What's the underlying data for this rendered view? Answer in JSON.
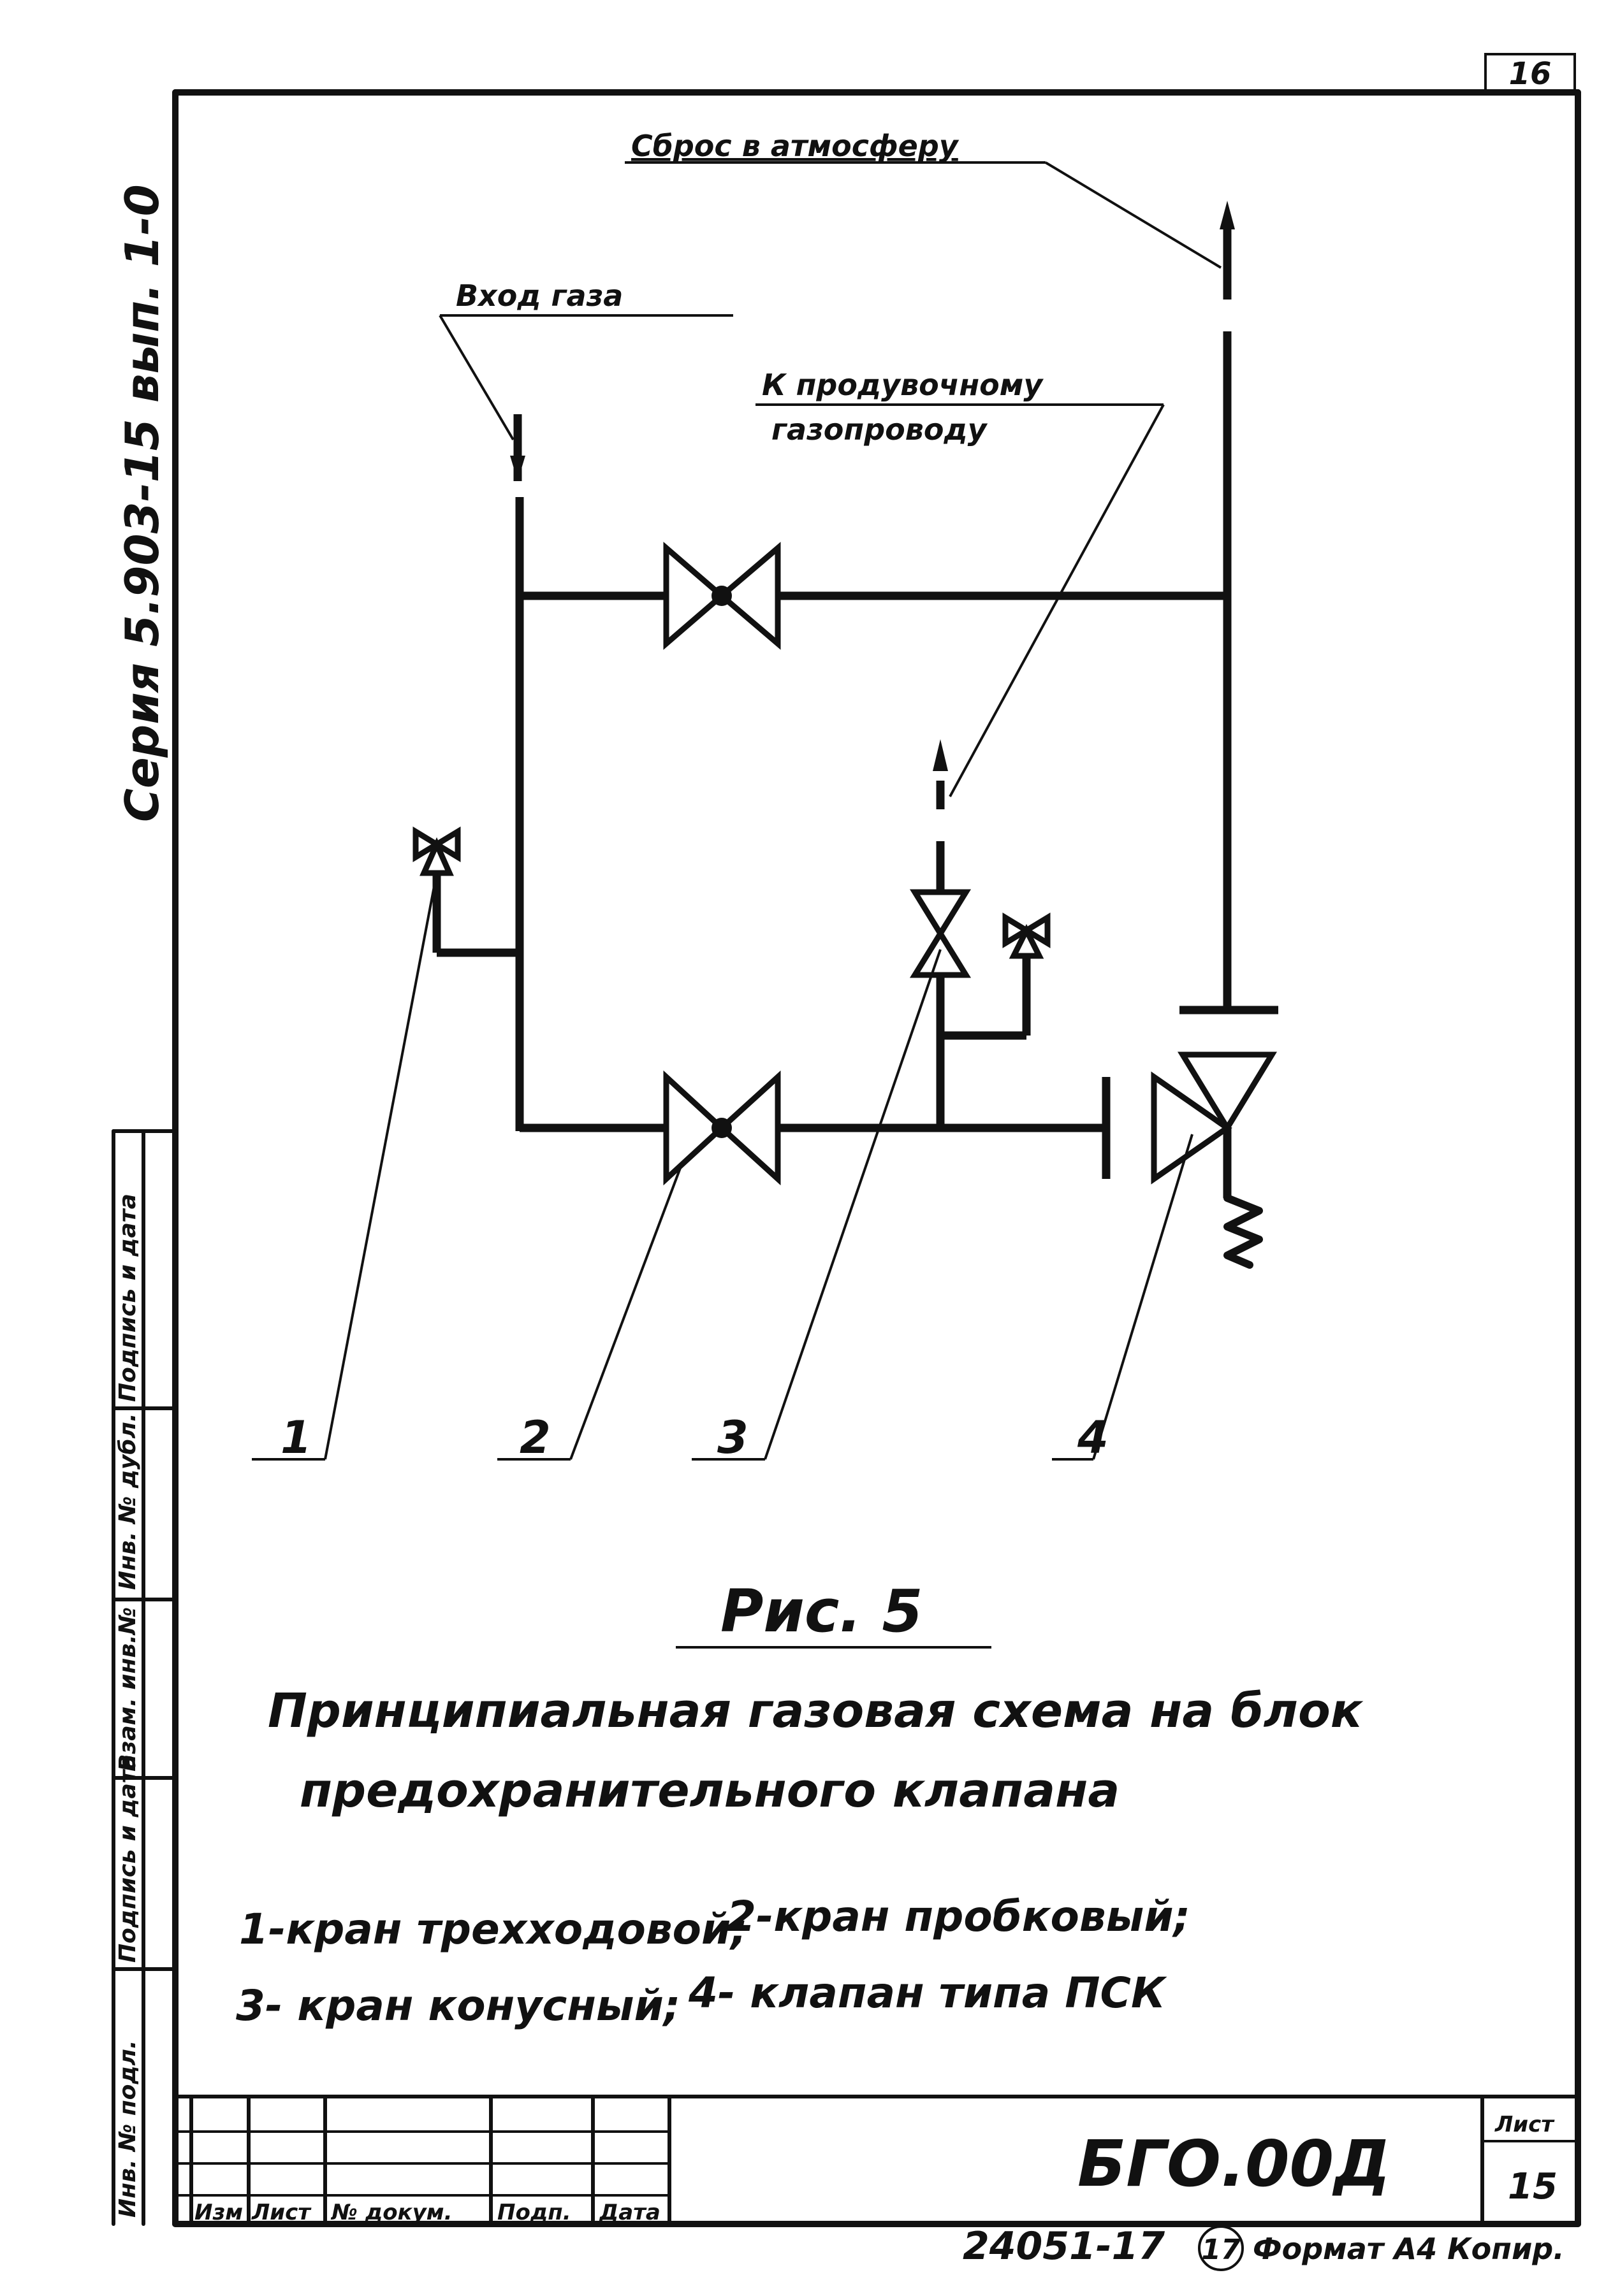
{
  "page_number_top": "16",
  "series_code": "Серия 5.903-15 вып. 1-0",
  "annotations": {
    "vent_to_atmosphere": "Сброс в атмосферу",
    "gas_inlet": "Вход газа",
    "purge_note_line1": "К продувочному",
    "purge_note_line2": "газопроводу"
  },
  "callouts": [
    "1",
    "2",
    "3",
    "4"
  ],
  "figure": {
    "title": "Рис. 5",
    "caption_line1": "Принципиальная газовая схема на блок",
    "caption_line2": "предохранительного клапана"
  },
  "legend": {
    "item1": "1-кран трехходовой;",
    "item2": "2-кран пробковый;",
    "item3": "3- кран конусный;",
    "item4": "4- клапан типа ПСК"
  },
  "side_stamp": {
    "cells": [
      "Инв. № подл.",
      "Подпись и дата",
      "Взам. инв.№",
      "Инв. № дубл.",
      "Подпись и дата"
    ]
  },
  "title_block": {
    "columns": [
      "Изм",
      "Лист",
      "№ докум.",
      "Подп.",
      "Дата"
    ],
    "doc_code": "БГО.00Д",
    "sheet_label": "Лист",
    "sheet_number": "15"
  },
  "footer": {
    "inventory": "24051-17",
    "copy_number": "17",
    "format_note": "Формат А4 Копир."
  }
}
